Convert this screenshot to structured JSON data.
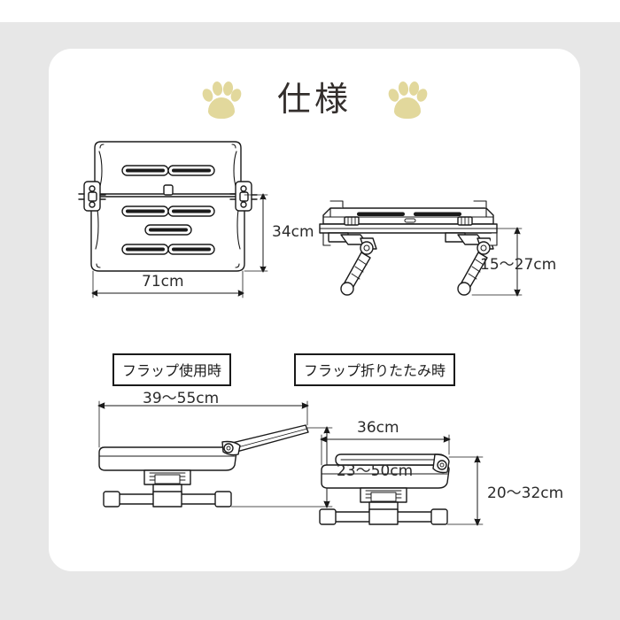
{
  "page": {
    "background_color": "#e7e7e7",
    "card_color": "#ffffff",
    "accent_color": "#e2d89c",
    "line_color": "#1a1a1a"
  },
  "header": {
    "title": "仕様",
    "left_icon": "paw-print-icon",
    "right_icon": "paw-print-icon"
  },
  "figures": {
    "top_view": {
      "name": "top-down-view",
      "dimensions": {
        "width_label": "71cm",
        "height_label": "34cm"
      }
    },
    "front_view": {
      "name": "front-perspective-view",
      "dimensions": {
        "height_label": "15〜27cm"
      }
    },
    "flap_open": {
      "name": "flap-in-use-view",
      "caption": "フラップ使用時",
      "dimensions": {
        "width_label": "39〜55cm",
        "height_label": "23〜50cm"
      }
    },
    "flap_folded": {
      "name": "flap-folded-view",
      "caption": "フラップ折りたたみ時",
      "dimensions": {
        "width_label": "36cm",
        "height_label": "20〜32cm"
      }
    }
  }
}
